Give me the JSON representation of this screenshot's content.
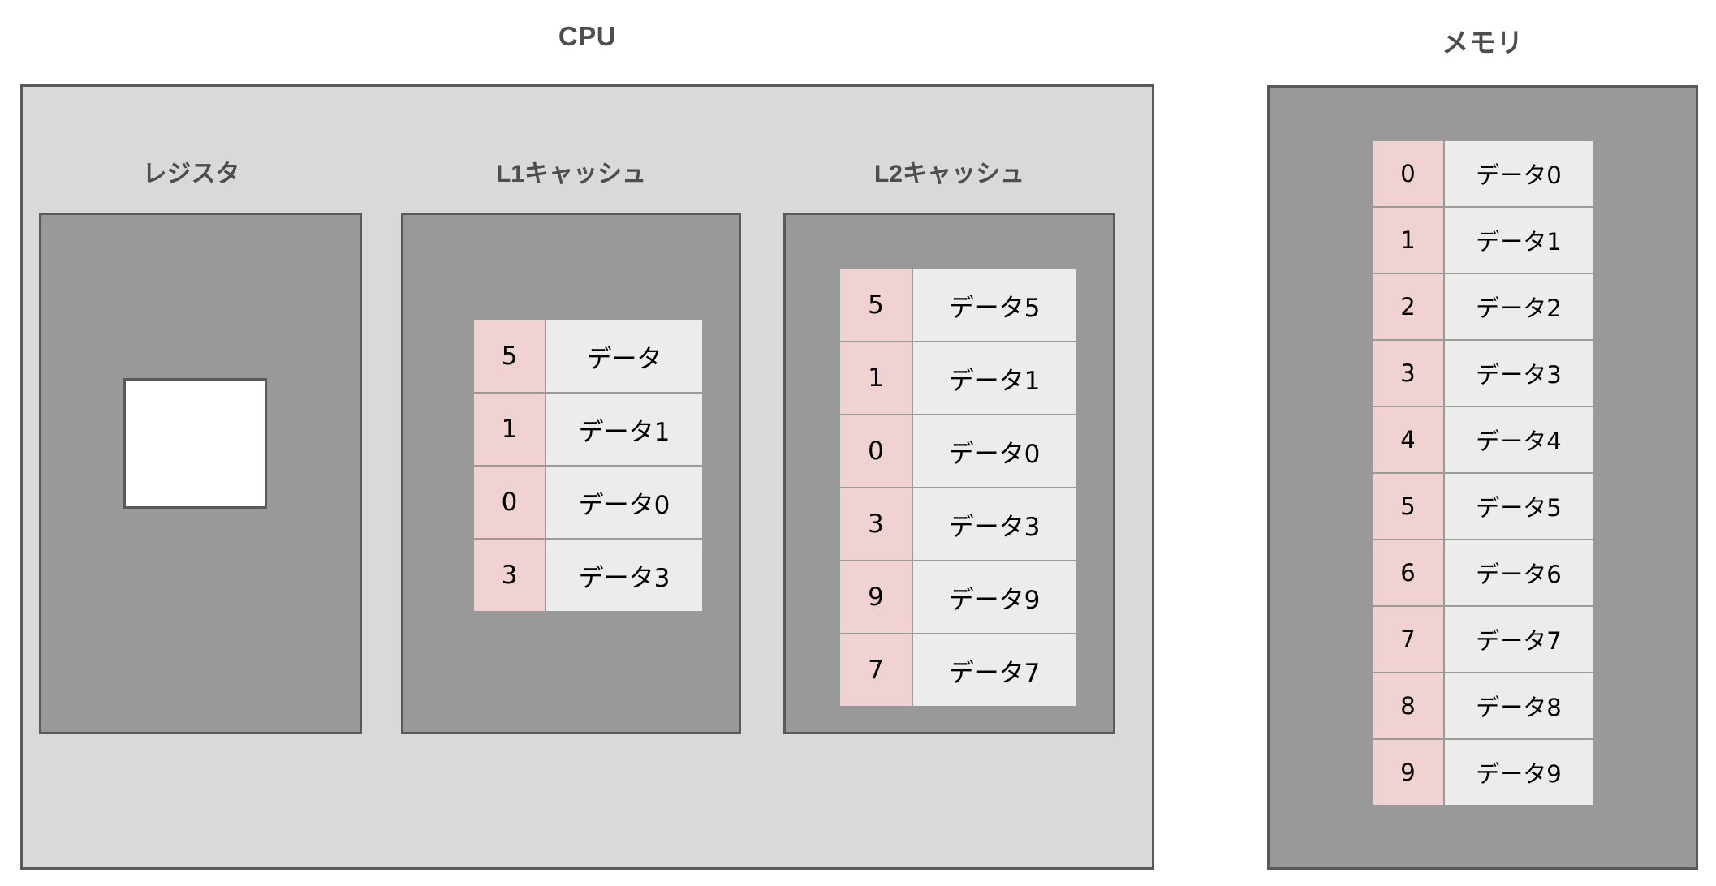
{
  "cpu": {
    "title": "CPU",
    "units": {
      "register": {
        "title": "レジスタ",
        "slot_value": ""
      },
      "l1_cache": {
        "title": "L1キャッシュ",
        "rows": [
          {
            "address": "5",
            "data": "データ"
          },
          {
            "address": "1",
            "data": "データ1"
          },
          {
            "address": "0",
            "data": "データ0"
          },
          {
            "address": "3",
            "data": "データ3"
          }
        ]
      },
      "l2_cache": {
        "title": "L2キャッシュ",
        "rows": [
          {
            "address": "5",
            "data": "データ5"
          },
          {
            "address": "1",
            "data": "データ1"
          },
          {
            "address": "0",
            "data": "データ0"
          },
          {
            "address": "3",
            "data": "データ3"
          },
          {
            "address": "9",
            "data": "データ9"
          },
          {
            "address": "7",
            "data": "データ7"
          }
        ]
      }
    }
  },
  "memory": {
    "title": "メモリ",
    "rows": [
      {
        "address": "0",
        "data": "データ0"
      },
      {
        "address": "1",
        "data": "データ1"
      },
      {
        "address": "2",
        "data": "データ2"
      },
      {
        "address": "3",
        "data": "データ3"
      },
      {
        "address": "4",
        "data": "データ4"
      },
      {
        "address": "5",
        "data": "データ5"
      },
      {
        "address": "6",
        "data": "データ6"
      },
      {
        "address": "7",
        "data": "データ7"
      },
      {
        "address": "8",
        "data": "データ8"
      },
      {
        "address": "9",
        "data": "データ9"
      }
    ]
  },
  "colors": {
    "address_cell": "#f0d2d2",
    "data_cell": "#ececec",
    "unit_fill": "#999999",
    "cpu_fill": "#d9d9d9",
    "border": "#595959",
    "title_text": "#4d4d4d",
    "register_slot_fill": "#ffffff"
  }
}
